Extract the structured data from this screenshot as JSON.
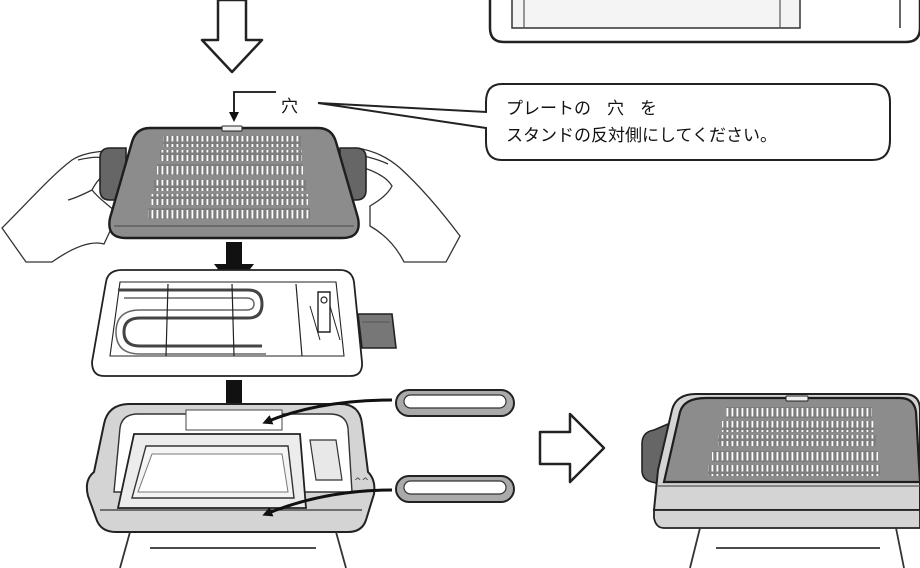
{
  "labels": {
    "hole": "穴"
  },
  "callout": {
    "line1_a": "プレートの",
    "line1_b": "穴",
    "line1_c": "を",
    "line2": "スタンドの反対側にしてください。"
  },
  "colors": {
    "ink": "#222222",
    "plate_fill": "#8c8c8c",
    "body_fill": "#d4d4d4",
    "tray_fill": "#f2f2f2",
    "background": "#ffffff"
  },
  "icons": [
    "down-arrow-outline-icon",
    "down-arrow-solid-icon",
    "right-arrow-outline-icon",
    "curved-arrow-icon"
  ]
}
